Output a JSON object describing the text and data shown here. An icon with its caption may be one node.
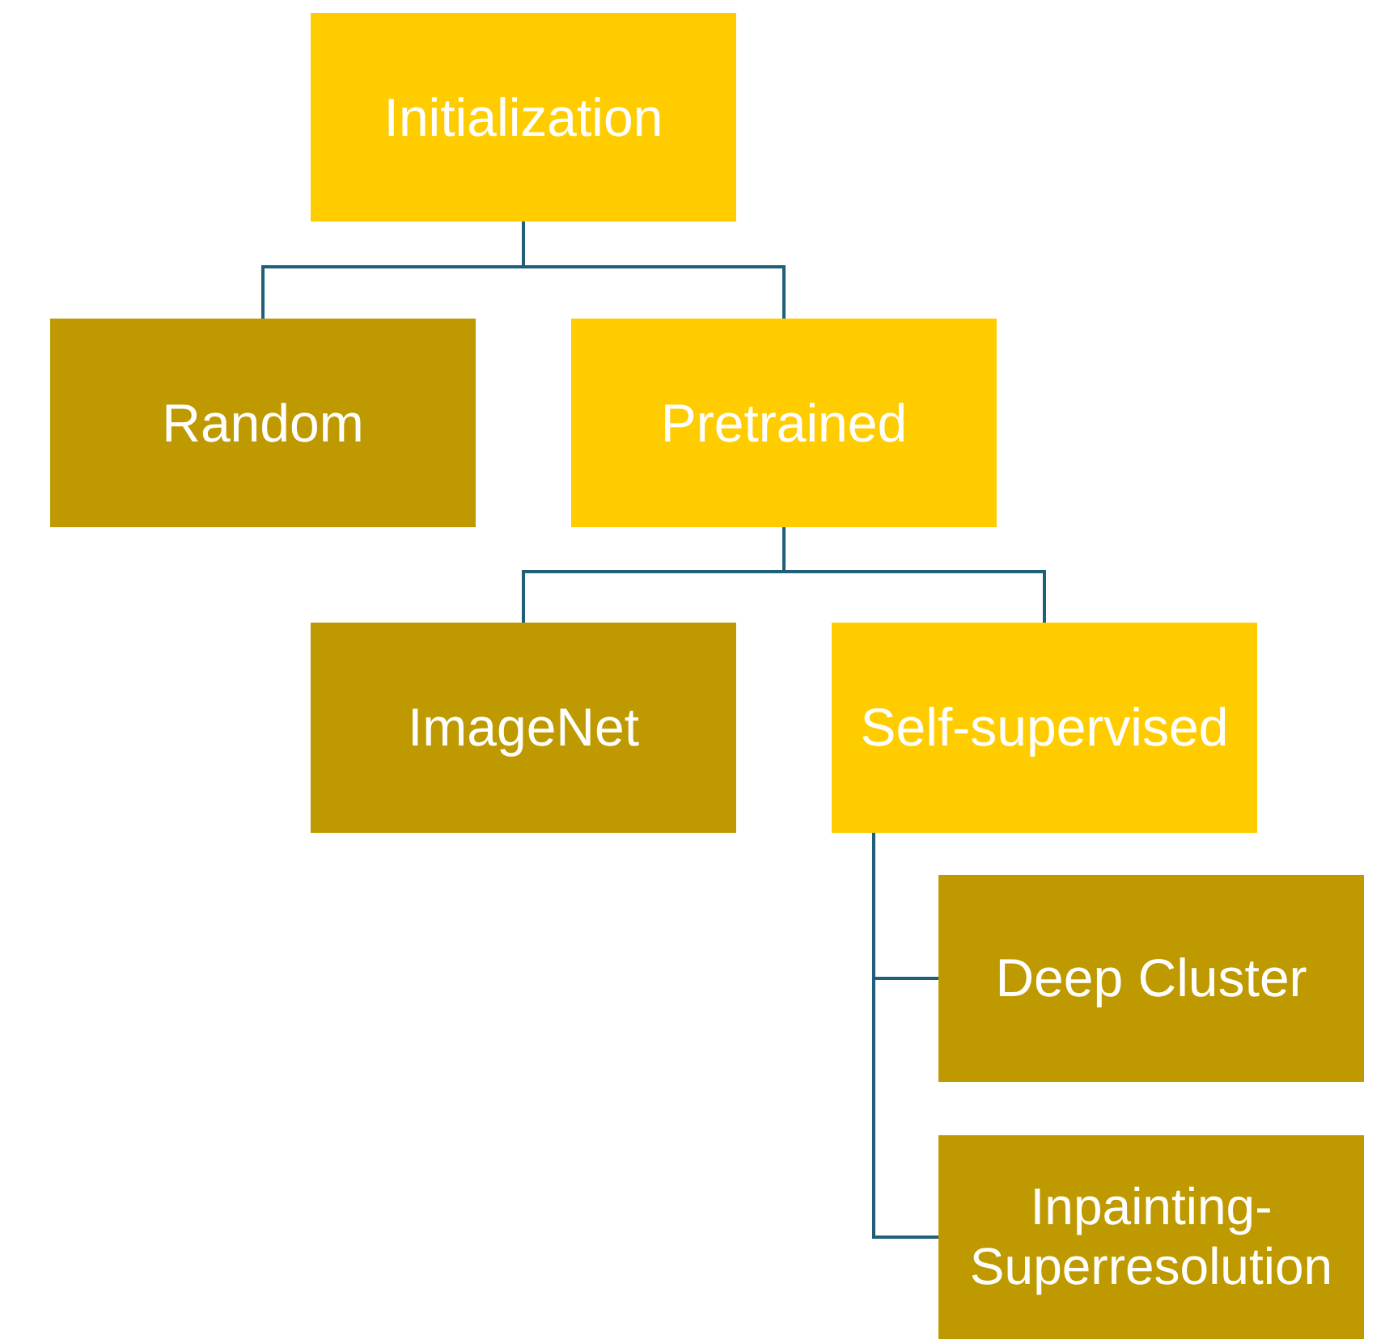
{
  "diagram": {
    "nodes": [
      {
        "text": [
          "Initialization"
        ]
      },
      {
        "text": [
          "Random"
        ]
      },
      {
        "text": [
          "Pretrained"
        ]
      },
      {
        "text": [
          "ImageNet"
        ]
      },
      {
        "text": [
          "Self-supervised"
        ]
      },
      {
        "text": [
          "Deep Cluster"
        ]
      },
      {
        "text": [
          "Inpainting-Superresolution"
        ]
      }
    ],
    "edges": [
      {
        "from": 0,
        "to": 1,
        "arrow": "none"
      },
      {
        "from": 0,
        "to": 2,
        "arrow": "none"
      },
      {
        "from": 2,
        "to": 3,
        "arrow": "none"
      },
      {
        "from": 2,
        "to": 4,
        "arrow": "none"
      },
      {
        "from": 4,
        "to": 5,
        "arrow": "none"
      },
      {
        "from": 4,
        "to": 6,
        "arrow": "none"
      }
    ]
  }
}
